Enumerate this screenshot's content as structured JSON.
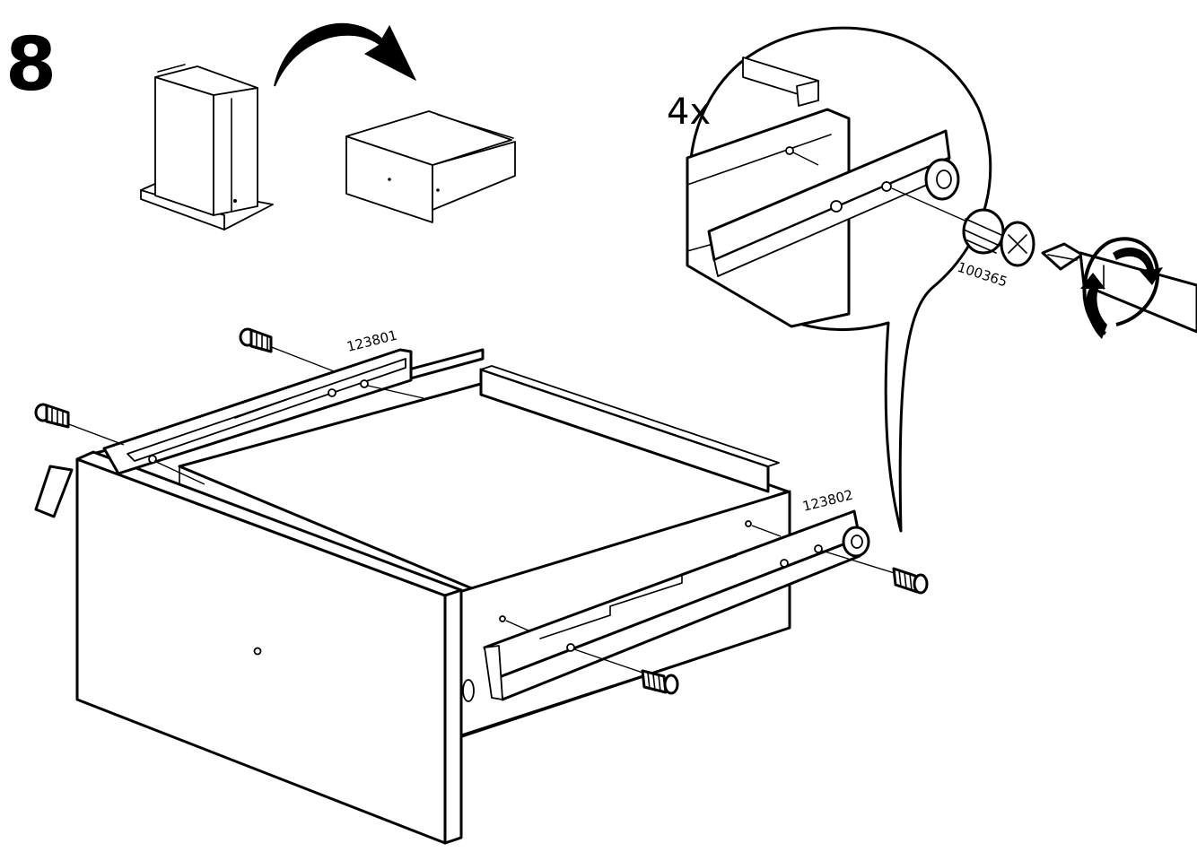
{
  "step": {
    "number": "8"
  },
  "detail": {
    "quantity": "4x",
    "screw_part": "100365"
  },
  "parts": {
    "left_rail": "123801",
    "right_rail": "123802"
  },
  "icons": [
    "rotate-arrow-icon",
    "screwdriver-icon",
    "rotation-direction-icon",
    "screw-icon"
  ]
}
